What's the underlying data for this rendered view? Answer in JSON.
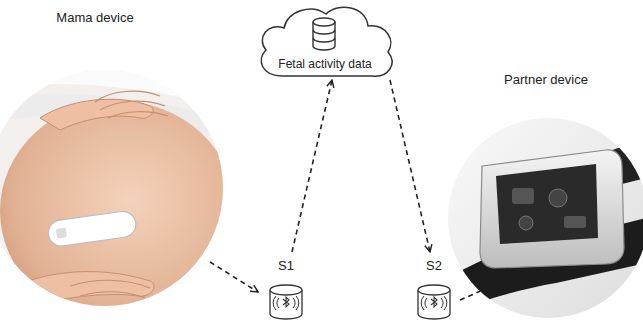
{
  "diagram": {
    "nodes": [
      {
        "text": [
          "Mama device"
        ]
      },
      {
        "text": [
          "Fetal activity data"
        ]
      },
      {
        "text": [
          "Partner device"
        ]
      },
      {
        "text": [
          "S1"
        ]
      },
      {
        "text": [
          "S2"
        ]
      }
    ],
    "edges": [
      {
        "from": 0,
        "to": 3,
        "arrow": "to"
      },
      {
        "from": 3,
        "to": 1,
        "arrow": "to"
      },
      {
        "from": 1,
        "to": 4,
        "arrow": "to"
      },
      {
        "from": 4,
        "to": 2,
        "arrow": "to"
      }
    ]
  }
}
